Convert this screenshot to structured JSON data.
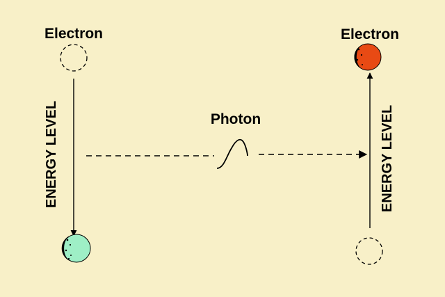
{
  "labels": {
    "electron_left": "Electron",
    "electron_right": "Electron",
    "energy_level_left": "ENERGY LEVEL",
    "energy_level_right": "ENERGY LEVEL",
    "photon": "Photon"
  },
  "colors": {
    "background": "#F8F0C8",
    "line": "#000000",
    "electron_low": "#9EEFC6",
    "electron_high": "#E84A14"
  }
}
